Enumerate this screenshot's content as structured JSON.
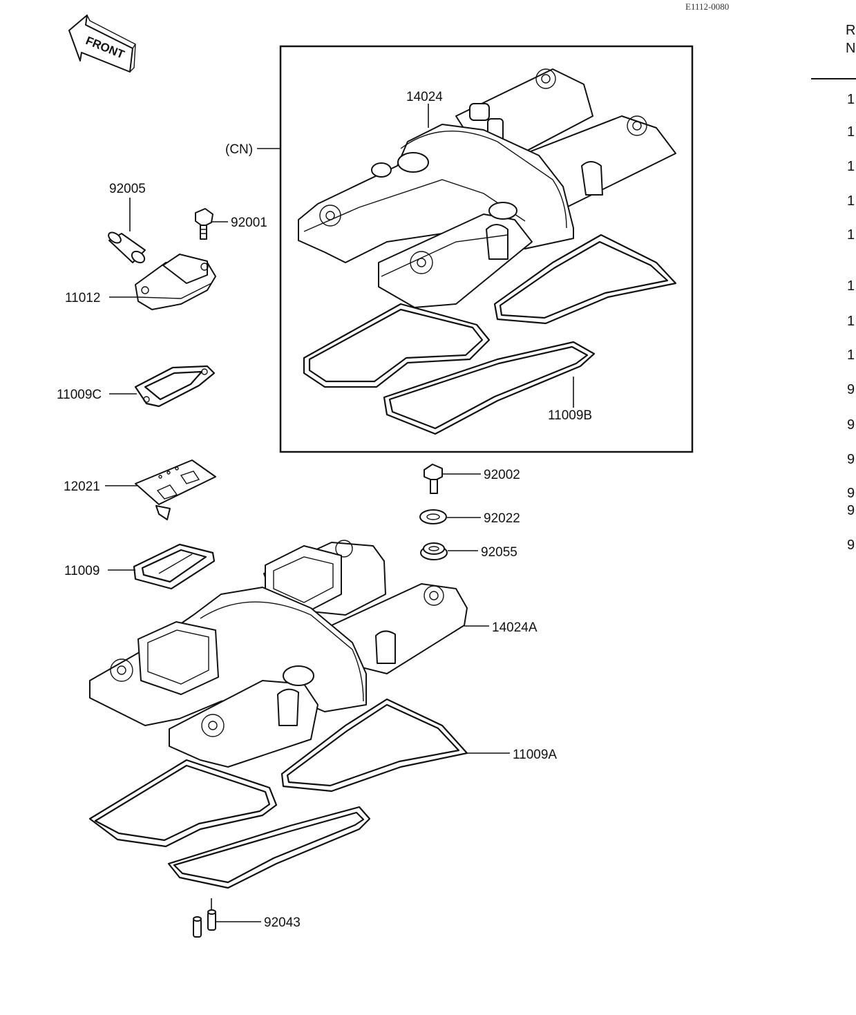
{
  "image_code": "E1112-0080",
  "front_arrow_text": "FRONT",
  "set_label": "(CN)",
  "parts": {
    "p14024": "14024",
    "p92005": "92005",
    "p92001": "92001",
    "p11012": "11012",
    "p11009C": "11009C",
    "p11009B": "11009B",
    "p12021": "12021",
    "p92002": "92002",
    "p92022": "92022",
    "p92055": "92055",
    "p11009": "11009",
    "p14024A": "14024A",
    "p11009A": "11009A",
    "p92043": "92043"
  },
  "right_column_fragments": {
    "header_line1": "R",
    "header_line2": "N",
    "rows": [
      "1",
      "1",
      "1",
      "1",
      "1",
      "1",
      "1",
      "1",
      "9",
      "9",
      "9",
      "9",
      "9",
      "9"
    ]
  }
}
